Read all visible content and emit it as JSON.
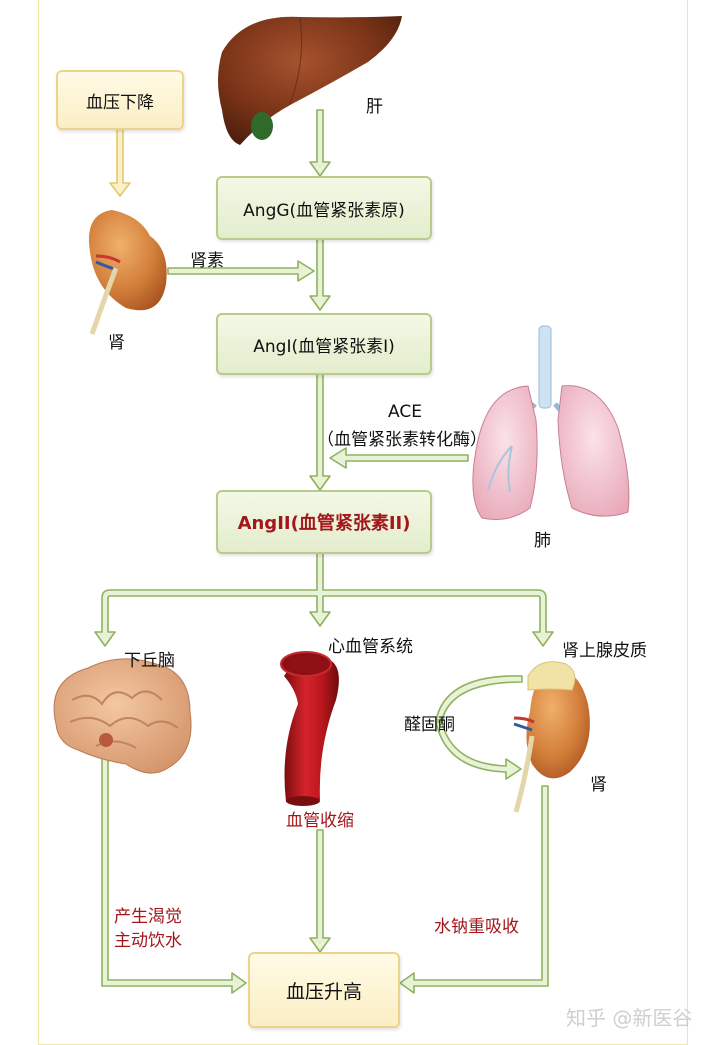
{
  "boxes": {
    "bp_drop": "血压下降",
    "angg": "AngG(血管紧张素原)",
    "angi": "AngI(血管紧张素I)",
    "angii": "AngII(血管紧张素II)",
    "bp_rise": "血压升高"
  },
  "labels": {
    "liver": "肝",
    "kidney_top": "肾",
    "renin": "肾素",
    "ace": "ACE",
    "ace_full": "（血管紧张素转化酶）",
    "lung": "肺",
    "hypothalamus": "下丘脑",
    "cardio": "心血管系统",
    "adrenal": "肾上腺皮质",
    "aldosterone": "醛固酮",
    "kidney_bottom": "肾",
    "vasoconstriction": "血管收缩",
    "thirst_1": "产生渴觉",
    "thirst_2": "主动饮水",
    "reabsorb": "水钠重吸收"
  },
  "watermark": "知乎 @新医谷",
  "colors": {
    "arrow_fill": "#e8f2d6",
    "arrow_stroke": "#8fb25e",
    "accent_red": "#a3161b",
    "yellow_arrow": "#f3dc86"
  }
}
